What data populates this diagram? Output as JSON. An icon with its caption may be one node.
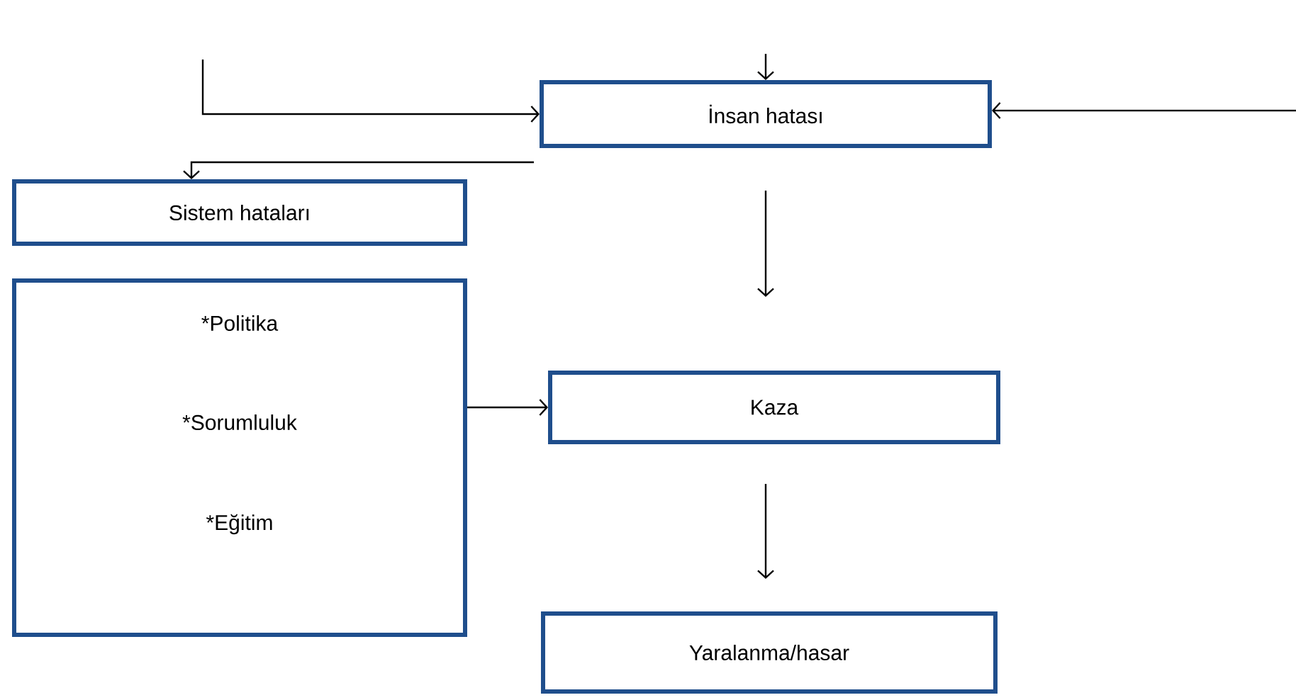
{
  "diagram": {
    "nodes": [
      {
        "text": [
          "İnsan hatası"
        ]
      },
      {
        "text": [
          "Sistem hataları"
        ]
      },
      {
        "text": [
          "*Politika",
          "*Sorumluluk",
          "*Eğitim"
        ]
      },
      {
        "text": [
          "Kaza"
        ]
      },
      {
        "text": [
          "Yaralanma/hasar"
        ]
      }
    ],
    "edges": [
      {
        "from": null,
        "to": 0,
        "arrow": "to"
      },
      {
        "from": null,
        "to": 0,
        "arrow": "to"
      },
      {
        "from": null,
        "to": 0,
        "arrow": "to"
      },
      {
        "from": 0,
        "to": 1,
        "arrow": "to"
      },
      {
        "from": 0,
        "to": 3,
        "arrow": "to"
      },
      {
        "from": 2,
        "to": 3,
        "arrow": "to"
      },
      {
        "from": 3,
        "to": 4,
        "arrow": "to"
      }
    ]
  }
}
